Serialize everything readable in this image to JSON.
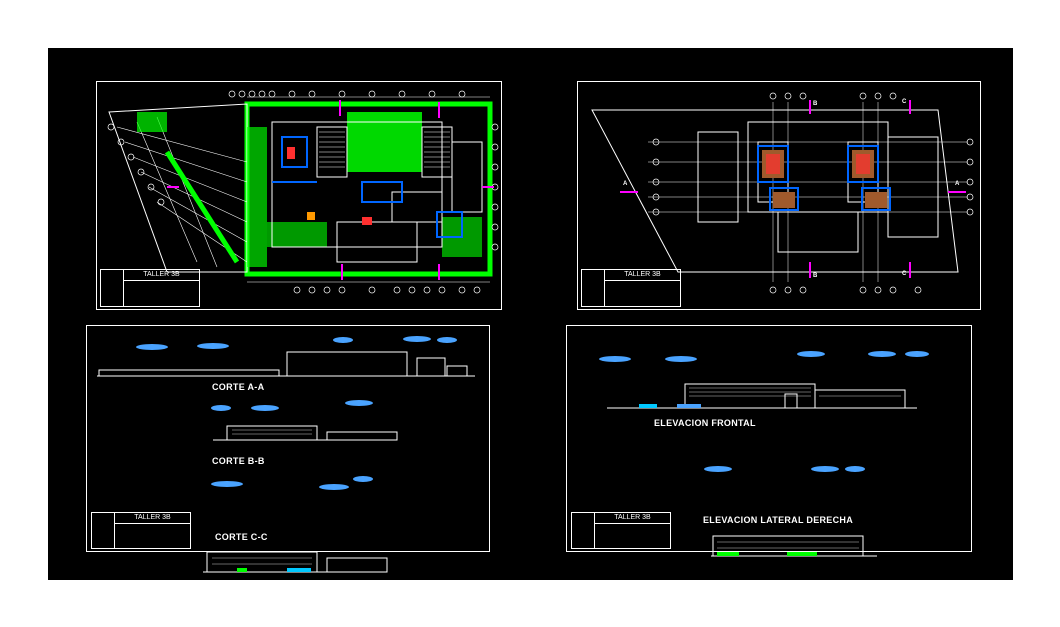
{
  "titleblock": {
    "label": "TALLER 3B"
  },
  "sections": {
    "a": "CORTE A-A",
    "b": "CORTE B-B",
    "c": "CORTE C-C"
  },
  "elevations": {
    "front": "ELEVACION FRONTAL",
    "right": "ELEVACION LATERAL DERECHA"
  },
  "axis_marks": {
    "a": "A",
    "b": "B",
    "c": "C"
  },
  "colors": {
    "background": "#000000",
    "lines": "#ffffff",
    "landscape": "#00ff00",
    "walls": "#0066ff",
    "section_marker": "#ff00ff",
    "clouds": "#4aa3ff",
    "accent_red": "#ff3030",
    "accent_brown": "#a05a2c"
  }
}
